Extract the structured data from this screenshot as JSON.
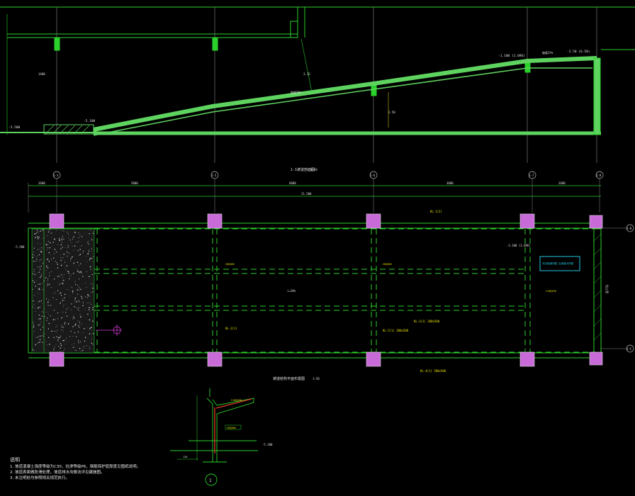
{
  "colors": {
    "background": "#000000",
    "lines": "#2bd12b",
    "slab": "#5fd35f",
    "grid": "#8a8a8a",
    "column": "#c86ad8",
    "annotation": "#e8e400",
    "callout": "#22c7e0",
    "rebar": "#e03a2a"
  },
  "section": {
    "title": "1-1坡道剖面图",
    "scale": "1:50",
    "elev_left": "-5.500",
    "elev_bottom": "-5.100",
    "elev_top": "-1.100 (1.096)",
    "elev_top_right": "-2.50 (6.50)",
    "slope_upper": "坡度20%",
    "slope_lower": "坡度15%",
    "dim_left": "1400",
    "dim_mid": "3.15",
    "dim_height": "2.50"
  },
  "axes": [
    "1-3",
    "1-5",
    "1-6",
    "1-7",
    "1-8"
  ],
  "row_axes": [
    "1-D",
    "1-C"
  ],
  "plan": {
    "title": "坡道结构平面布置图",
    "scale": "1:50",
    "dims_top": [
      "2600",
      "5800",
      "6800",
      "3800",
      "2600"
    ],
    "dim_total": "21.500",
    "elev_left": "-5.500",
    "elev_right": "-3.100 (1.096)",
    "slope_label": "i=20%",
    "beam_labels": [
      "KL-1(2)",
      "KL-2(1)",
      "KL-3(1) 200x500",
      "KL-4(1) 200x500",
      "KL-5(1) 200x500"
    ],
    "callout_text": "详见坡道详图 见坡道大样图",
    "right_label": "挡土墙",
    "rebar_labels": [
      "C8@200",
      "C8@200",
      "C10@150"
    ]
  },
  "detail": {
    "marker": "1",
    "elev": "-5.100",
    "labels": [
      "C8@200",
      "C10@150",
      "120"
    ]
  },
  "notes": {
    "heading": "说明",
    "items": [
      "1. 坡道混凝土强度等级为C30，抗渗等级P6，钢筋保护层厚度见图纸说明。",
      "2. 坡道表面做防滑处理，坡道排水沟做法详见建施图。",
      "3. 未注明处均参照相关规范执行。"
    ]
  }
}
